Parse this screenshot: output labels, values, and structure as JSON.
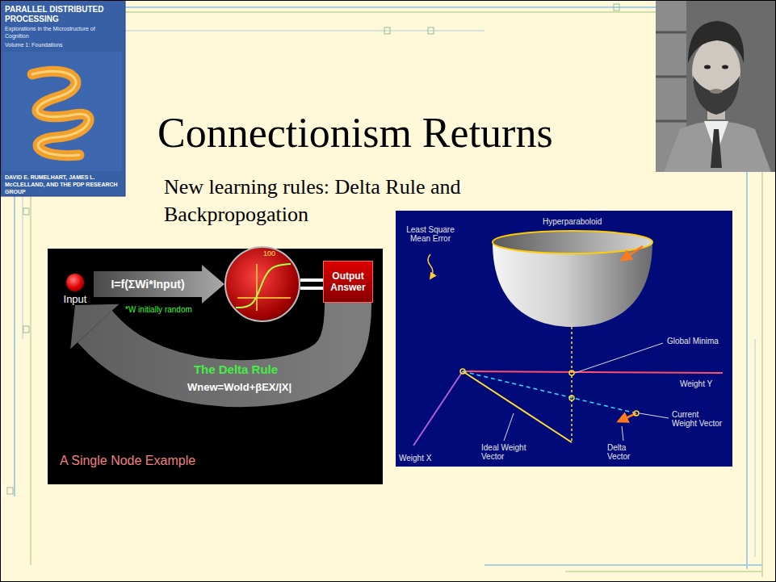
{
  "diagram": {
    "title": "Connectionism Returns",
    "nodes": [
      {
        "text": [
          "Input"
        ]
      },
      {
        "text": [
          "100"
        ]
      },
      {
        "text": [
          "Output Answer"
        ]
      }
    ],
    "edges": [
      {
        "from": 0,
        "to": 1,
        "arrow": "to",
        "label": "I=f(ΣWi*Input)"
      },
      {
        "from": 1,
        "to": 2,
        "arrow": "none"
      },
      {
        "from": 2,
        "to": 0,
        "arrow": "to",
        "label": "The Delta Rule"
      }
    ],
    "labels": [
      "PARALLEL DISTRIBUTED PROCESSING",
      "Explorations in the Microstructure of Cognition",
      "Volume 1: Foundations",
      "DAVID E. RUMELHART, JAMES L. McCLELLAND, AND THE PDP RESEARCH GROUP",
      "New learning rules: Delta Rule and Backpropogation",
      "*W initially random",
      "Wnew=Wold+βEX/|X|",
      "A Single Node Example",
      "Least Square Mean Error",
      "Hyperparaboloid",
      "Global Minima",
      "Weight Y",
      "Current Weight Vector",
      "Delta Vector",
      "Ideal Weight Vector",
      "Weight X"
    ]
  }
}
